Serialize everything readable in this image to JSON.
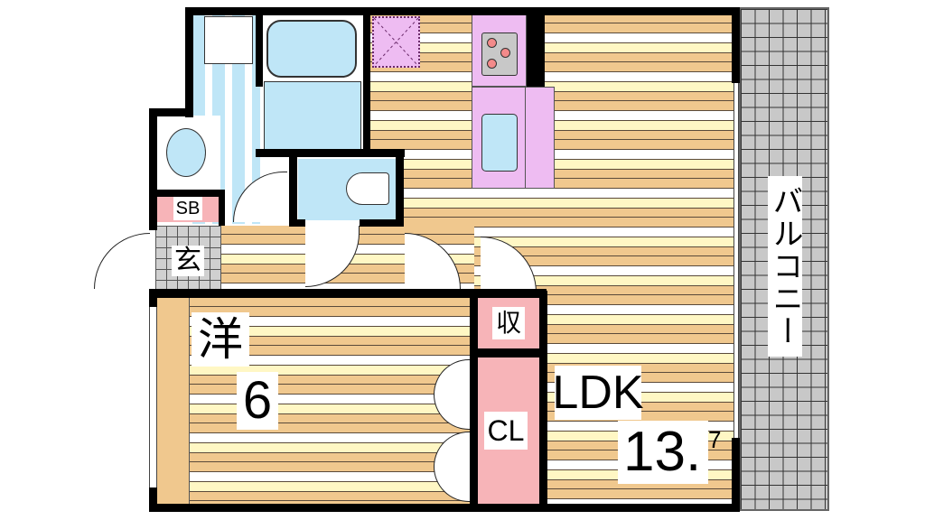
{
  "rooms": {
    "balcony": "バルコニー",
    "western_room": {
      "label": "洋",
      "size": "6"
    },
    "ldk": {
      "label": "LDK",
      "size": "13.",
      "size_decimal": "7"
    },
    "shoe_box": "SB",
    "entrance": "玄",
    "storage": "収",
    "closet": "CL"
  },
  "colors": {
    "wall": "#000000",
    "floor_orange": "#f0c88e",
    "floor_cream": "#fff7c4",
    "water_blue": "#bfe6f7",
    "storage_pink": "#f7b4b8",
    "kitchen_purple": "#eebcf2",
    "balcony_gray": "#c8c8c8"
  }
}
